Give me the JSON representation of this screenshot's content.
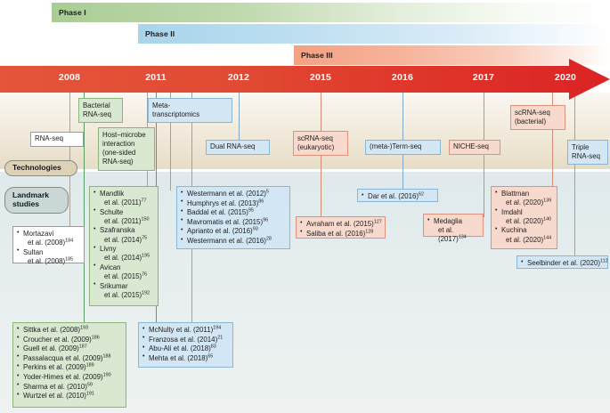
{
  "phases": [
    {
      "label": "Phase I",
      "color": "#a9cd95"
    },
    {
      "label": "Phase II",
      "color": "#a9d4ea"
    },
    {
      "label": "Phase III",
      "color": "#f4a183"
    }
  ],
  "timeline": {
    "color": "#dc2626",
    "years": [
      "2008",
      "2011",
      "2012",
      "2015",
      "2016",
      "2017",
      "2020"
    ]
  },
  "rows": {
    "technologies_label": "Technologies",
    "landmark_label": "Landmark studies"
  },
  "technologies": [
    {
      "name": "rna-seq",
      "lines": [
        "RNA-seq"
      ],
      "style": "white"
    },
    {
      "name": "bacterial-rna-seq",
      "lines": [
        "Bacterial",
        "RNA-seq"
      ],
      "style": "green"
    },
    {
      "name": "host-microbe",
      "lines": [
        "Host–microbe",
        "interaction",
        "(one-sided",
        "RNA-seq)"
      ],
      "style": "green"
    },
    {
      "name": "meta-transcriptomics",
      "lines": [
        "Meta-",
        "transcriptomics"
      ],
      "style": "blue"
    },
    {
      "name": "dual-rna-seq",
      "lines": [
        "Dual RNA-seq"
      ],
      "style": "blue"
    },
    {
      "name": "scrna-seq-eukaryotic",
      "lines": [
        "scRNA-seq",
        "(eukaryotic)"
      ],
      "style": "red"
    },
    {
      "name": "meta-term-seq",
      "lines": [
        "(meta-)Term-seq"
      ],
      "style": "blue"
    },
    {
      "name": "niche-seq",
      "lines": [
        "NICHE-seq"
      ],
      "style": "red"
    },
    {
      "name": "scrna-seq-bacterial",
      "lines": [
        "scRNA-seq",
        "(bacterial)"
      ],
      "style": "red"
    },
    {
      "name": "triple-rna-seq",
      "lines": [
        "Triple",
        "RNA-seq"
      ],
      "style": "blue"
    }
  ],
  "landmark_groups": [
    {
      "name": "mortazavi-sultan",
      "style": "white",
      "refs": [
        {
          "author": "Mortazavi",
          "rest": "et al. (2008)",
          "sup": "184",
          "indent": true
        },
        {
          "author": "Sultan",
          "rest": "et al. (2008)",
          "sup": "185",
          "indent": true
        }
      ]
    },
    {
      "name": "mandlik-group",
      "style": "green",
      "refs": [
        {
          "author": "Mandlik",
          "rest": "et al. (2011)",
          "sup": "77",
          "indent": true
        },
        {
          "author": "Schulte",
          "rest": "et al. (2011)",
          "sup": "150",
          "indent": true
        },
        {
          "author": "Szafranska",
          "rest": "et al. (2014)",
          "sup": "75",
          "indent": true
        },
        {
          "author": "Livny",
          "rest": "et al. (2014)",
          "sup": "195",
          "indent": true
        },
        {
          "author": "Avican",
          "rest": "et al. (2015)",
          "sup": "76",
          "indent": true
        },
        {
          "author": "Srikumar",
          "rest": "et al. (2015)",
          "sup": "192",
          "indent": true
        }
      ]
    },
    {
      "name": "westermann-group",
      "style": "blue",
      "refs": [
        {
          "author": "Westermann et al. (2012)",
          "rest": "",
          "sup": "5",
          "indent": false
        },
        {
          "author": "Humphrys et al. (2013)",
          "rest": "",
          "sup": "86",
          "indent": false
        },
        {
          "author": "Baddal et al. (2015)",
          "rest": "",
          "sup": "95",
          "indent": false
        },
        {
          "author": "Mavromatis et al. (2015)",
          "rest": "",
          "sup": "96",
          "indent": false
        },
        {
          "author": "Aprianto et al. (2016)",
          "rest": "",
          "sup": "93",
          "indent": false
        },
        {
          "author": "Westermann et al. (2016)",
          "rest": "",
          "sup": "28",
          "indent": false
        }
      ]
    },
    {
      "name": "avraham-saliba",
      "style": "red",
      "refs": [
        {
          "author": "Avraham et al. (2015)",
          "rest": "",
          "sup": "127",
          "indent": false
        },
        {
          "author": "Saliba et al. (2016)",
          "rest": "",
          "sup": "128",
          "indent": false
        }
      ]
    },
    {
      "name": "dar",
      "style": "blue",
      "refs": [
        {
          "author": "Dar et al. (2016)",
          "rest": "",
          "sup": "62",
          "indent": false
        }
      ]
    },
    {
      "name": "medaglia",
      "style": "red",
      "refs": [
        {
          "author": "Medaglia",
          "rest": "et al. (2017)",
          "sup": "134",
          "indent": true
        }
      ]
    },
    {
      "name": "blattman-group",
      "style": "red",
      "refs": [
        {
          "author": "Blattman",
          "rest": "et al. (2020)",
          "sup": "139",
          "indent": true
        },
        {
          "author": "Imdahl",
          "rest": "et al. (2020)",
          "sup": "140",
          "indent": true
        },
        {
          "author": "Kuchina",
          "rest": "et al. (2020)",
          "sup": "144",
          "indent": true
        }
      ]
    },
    {
      "name": "seelbinder",
      "style": "blue",
      "refs": [
        {
          "author": "Seelbinder et al. (2020)",
          "rest": "",
          "sup": "112",
          "indent": false
        }
      ]
    },
    {
      "name": "sittka-group",
      "style": "green",
      "refs": [
        {
          "author": "Sittka et al. (2008)",
          "rest": "",
          "sup": "193",
          "indent": false
        },
        {
          "author": "Croucher et al. (2009)",
          "rest": "",
          "sup": "186",
          "indent": false
        },
        {
          "author": "Guell et al. (2009)",
          "rest": "",
          "sup": "187",
          "indent": false
        },
        {
          "author": "Passalacqua et al. (2009)",
          "rest": "",
          "sup": "188",
          "indent": false
        },
        {
          "author": "Perkins et al. (2009)",
          "rest": "",
          "sup": "189",
          "indent": false
        },
        {
          "author": "Yoder-Himes et al. (2009)",
          "rest": "",
          "sup": "190",
          "indent": false
        },
        {
          "author": "Sharma et al. (2010)",
          "rest": "",
          "sup": "59",
          "indent": false
        },
        {
          "author": "Wurtzel et al. (2010)",
          "rest": "",
          "sup": "191",
          "indent": false
        }
      ]
    },
    {
      "name": "mcnulty-group",
      "style": "blue",
      "refs": [
        {
          "author": "McNulty et al. (2011)",
          "rest": "",
          "sup": "194",
          "indent": false
        },
        {
          "author": "Franzosa et al. (2014)",
          "rest": "",
          "sup": "21",
          "indent": false
        },
        {
          "author": "Abu-Ali et al. (2018)",
          "rest": "",
          "sup": "83",
          "indent": false
        },
        {
          "author": "Mehta et al. (2018)",
          "rest": "",
          "sup": "65",
          "indent": false
        }
      ]
    }
  ]
}
